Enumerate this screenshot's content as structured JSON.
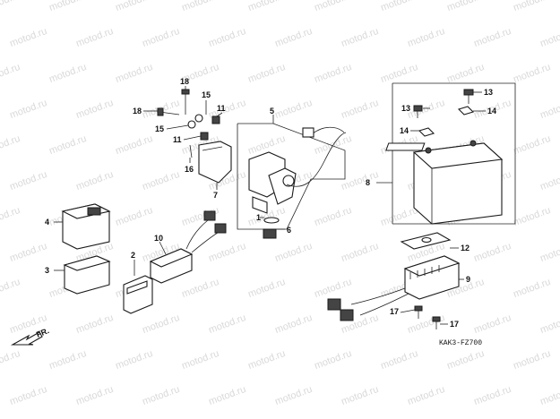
{
  "watermark": "motod.ru",
  "diagram_code": "KAK3-FZ700",
  "direction_label": "FR.",
  "callouts": {
    "c1": "1",
    "c2": "2",
    "c3": "3",
    "c4": "4",
    "c5": "5",
    "c6": "6",
    "c7": "7",
    "c8": "8",
    "c9": "9",
    "c10": "10",
    "c11a": "11",
    "c11b": "11",
    "c12": "12",
    "c13a": "13",
    "c13b": "13",
    "c14a": "14",
    "c14b": "14",
    "c15a": "15",
    "c15b": "15",
    "c16": "16",
    "c17a": "17",
    "c17b": "17",
    "c18a": "18",
    "c18b": "18"
  }
}
